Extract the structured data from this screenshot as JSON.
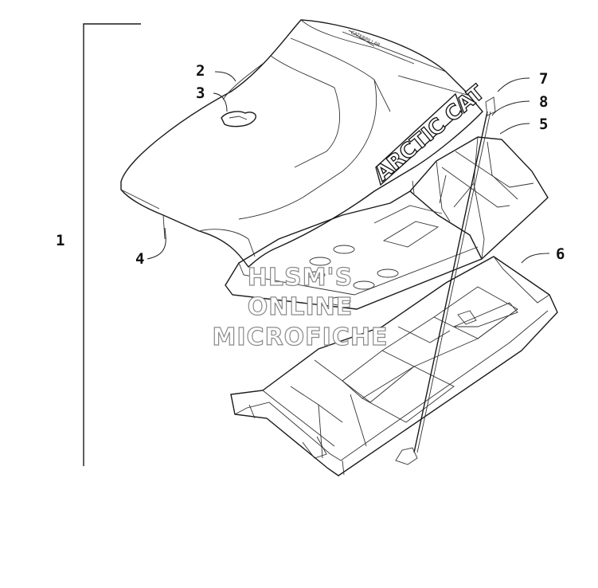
{
  "callouts": {
    "c1": "1",
    "c2": "2",
    "c3": "3",
    "c4": "4",
    "c5": "5",
    "c6": "6",
    "c7": "7",
    "c8": "8"
  },
  "decal": {
    "brand": "ARCTIC CAT",
    "small": "CATERPILLAR"
  },
  "watermark": {
    "line1": "HLSM'S",
    "line2": "ONLINE",
    "line3": "MICROFICHE"
  }
}
